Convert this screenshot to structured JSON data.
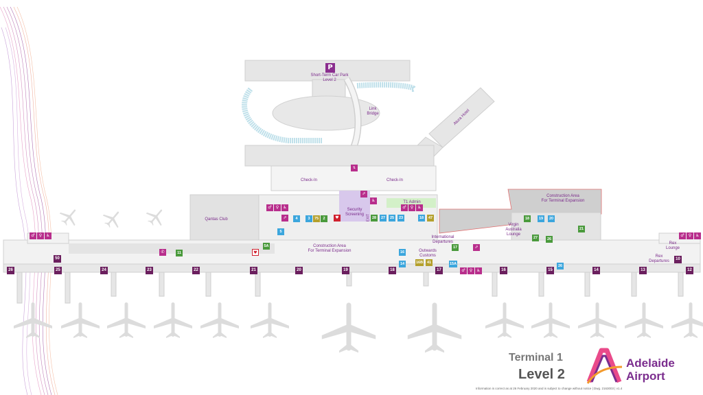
{
  "map": {
    "car_park": "Short-Term Car Park\nLevel 2",
    "parking_symbol": "P",
    "link_bridge": "Link\nBridge",
    "hotel": "Atura Hotel",
    "check_in_left": "Check-In",
    "check_in_right": "Check-In",
    "security": "Security\nScreening",
    "exit": "EXIT",
    "t1_admin": "T1 Admin",
    "qantas_club": "Qantas Club",
    "construction_top": "Construction Area\nFor Terminal Expansion",
    "construction_bottom": "Construction Area\nFor Terminal Expansion",
    "virgin_lounge": "Virgin\nAustralia\nLounge",
    "international_departures": "International\nDepartures",
    "outwards_customs": "Outwards\nCustoms",
    "rex_lounge": "Rex\nLounge",
    "rex_departures": "Rex\nDepartures",
    "gates": [
      "26",
      "25",
      "24",
      "23",
      "22",
      "21",
      "20",
      "19",
      "18",
      "17",
      "16",
      "15",
      "14",
      "13",
      "12",
      "50",
      "10"
    ],
    "shops_blue": [
      "4",
      "3",
      "28",
      "27",
      "25",
      "23",
      "18",
      "5",
      "16",
      "14",
      "20",
      "19",
      "26",
      "15A"
    ],
    "shops_green": [
      "2",
      "21",
      "11",
      "5A",
      "17",
      "18",
      "27",
      "26",
      "21"
    ],
    "shops_olive": [
      "75",
      "47",
      "41",
      "16B"
    ]
  },
  "footer": {
    "terminal": "Terminal 1",
    "level": "Level 2",
    "brand_line1": "Adelaide",
    "brand_line2": "Airport",
    "disclaimer": "Information is correct as at 26 February 2020 and is subject to change without notice  |  Dwg. 2163003  |  v1.4"
  }
}
